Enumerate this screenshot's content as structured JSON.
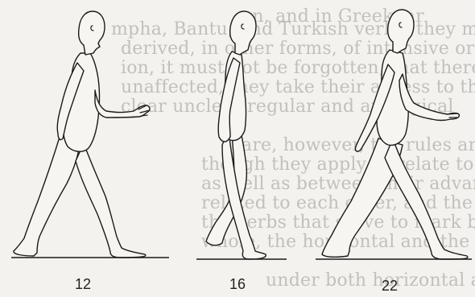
{
  "figures": [
    {
      "label": "12"
    },
    {
      "label": "16"
    },
    {
      "label": "22"
    }
  ]
}
